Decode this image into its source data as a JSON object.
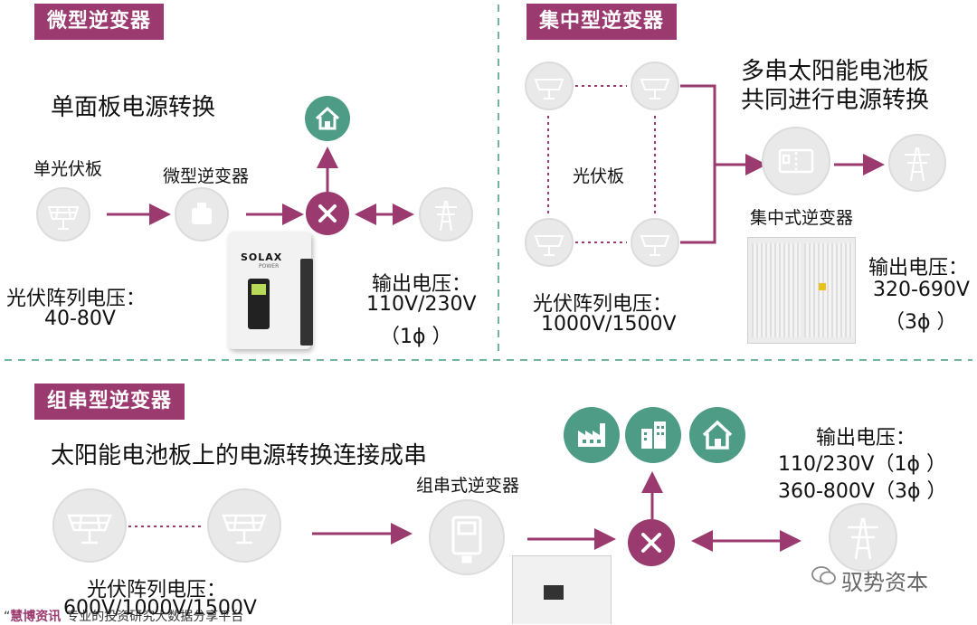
{
  "sections": {
    "micro": {
      "tag": "微型逆变器",
      "subtitle": "单面板电源转换",
      "panel_label": "单光伏板",
      "inverter_label": "微型逆变器",
      "brand": "SOLAX",
      "brand_sub": "POWER",
      "array_voltage_label": "光伏阵列电压：",
      "array_voltage_value": "40-80V",
      "output_label": "输出电压：",
      "output_value": "110V/230V",
      "output_phase": "（1ϕ ）"
    },
    "central": {
      "tag": "集中型逆变器",
      "desc_line1": "多串太阳能电池板",
      "desc_line2": "共同进行电源转换",
      "panel_label": "光伏板",
      "inverter_label": "集中式逆变器",
      "array_voltage_label": "光伏阵列电压：",
      "array_voltage_value": "1000V/1500V",
      "output_label": "输出电压：",
      "output_value": "320-690V",
      "output_phase": "（3ϕ ）"
    },
    "string": {
      "tag": "组串型逆变器",
      "subtitle": "太阳能电池板上的电源转换连接成串",
      "inverter_label": "组串式逆变器",
      "array_voltage_label": "光伏阵列电压：",
      "array_voltage_value": "600V/1000V/1500V",
      "output_label": "输出电压：",
      "output_line1": "110/230V（1ϕ ）",
      "output_line2": "360-800V（3ϕ ）"
    }
  },
  "footer": {
    "source_prefix": "“",
    "source_brand": "慧博资讯",
    "source_text": "专业的投资研究大数据分享平台",
    "watermark": "驭势资本"
  },
  "colors": {
    "accent": "#9b3a6e",
    "green": "#4e9c86",
    "divider": "#6fb49b",
    "icon_bg": "#e9e9e9"
  }
}
